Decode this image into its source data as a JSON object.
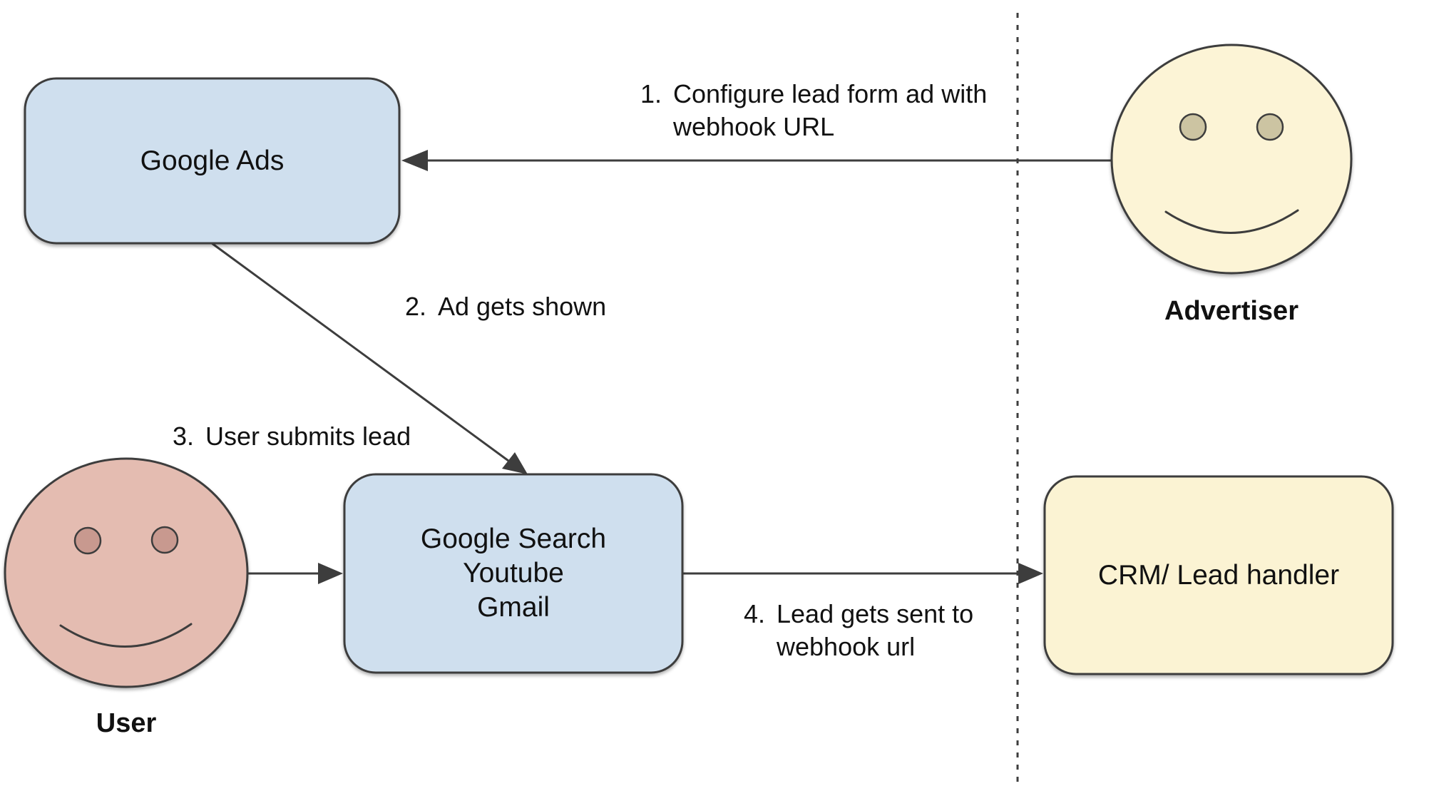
{
  "page": {
    "background": "#ffffff",
    "description": "Google Ads lead form webhook flow diagram"
  },
  "colors": {
    "node_blue": "#cfdfee",
    "node_cream": "#fbf3d3",
    "user_face": "#e4bcb1",
    "user_eye": "#c8998f",
    "advertiser_face": "#fcf4d6",
    "advertiser_eye": "#ccc4a2",
    "stroke": "#3d3d3d",
    "text": "#111111"
  },
  "nodes": {
    "google_ads": {
      "label": "Google Ads"
    },
    "google_surfaces": {
      "line1": "Google Search",
      "line2": "Youtube",
      "line3": "Gmail"
    },
    "crm": {
      "label": "CRM/ Lead handler"
    }
  },
  "actors": {
    "user": {
      "label": "User"
    },
    "advertiser": {
      "label": "Advertiser"
    }
  },
  "steps": {
    "step1": {
      "num": "1.",
      "line1": "Configure lead form ad with",
      "line2": "webhook URL"
    },
    "step2": {
      "num": "2.",
      "line1": "Ad gets shown"
    },
    "step3": {
      "num": "3.",
      "line1": "User submits lead"
    },
    "step4": {
      "num": "4.",
      "line1": "Lead gets sent to",
      "line2": "webhook url"
    }
  }
}
